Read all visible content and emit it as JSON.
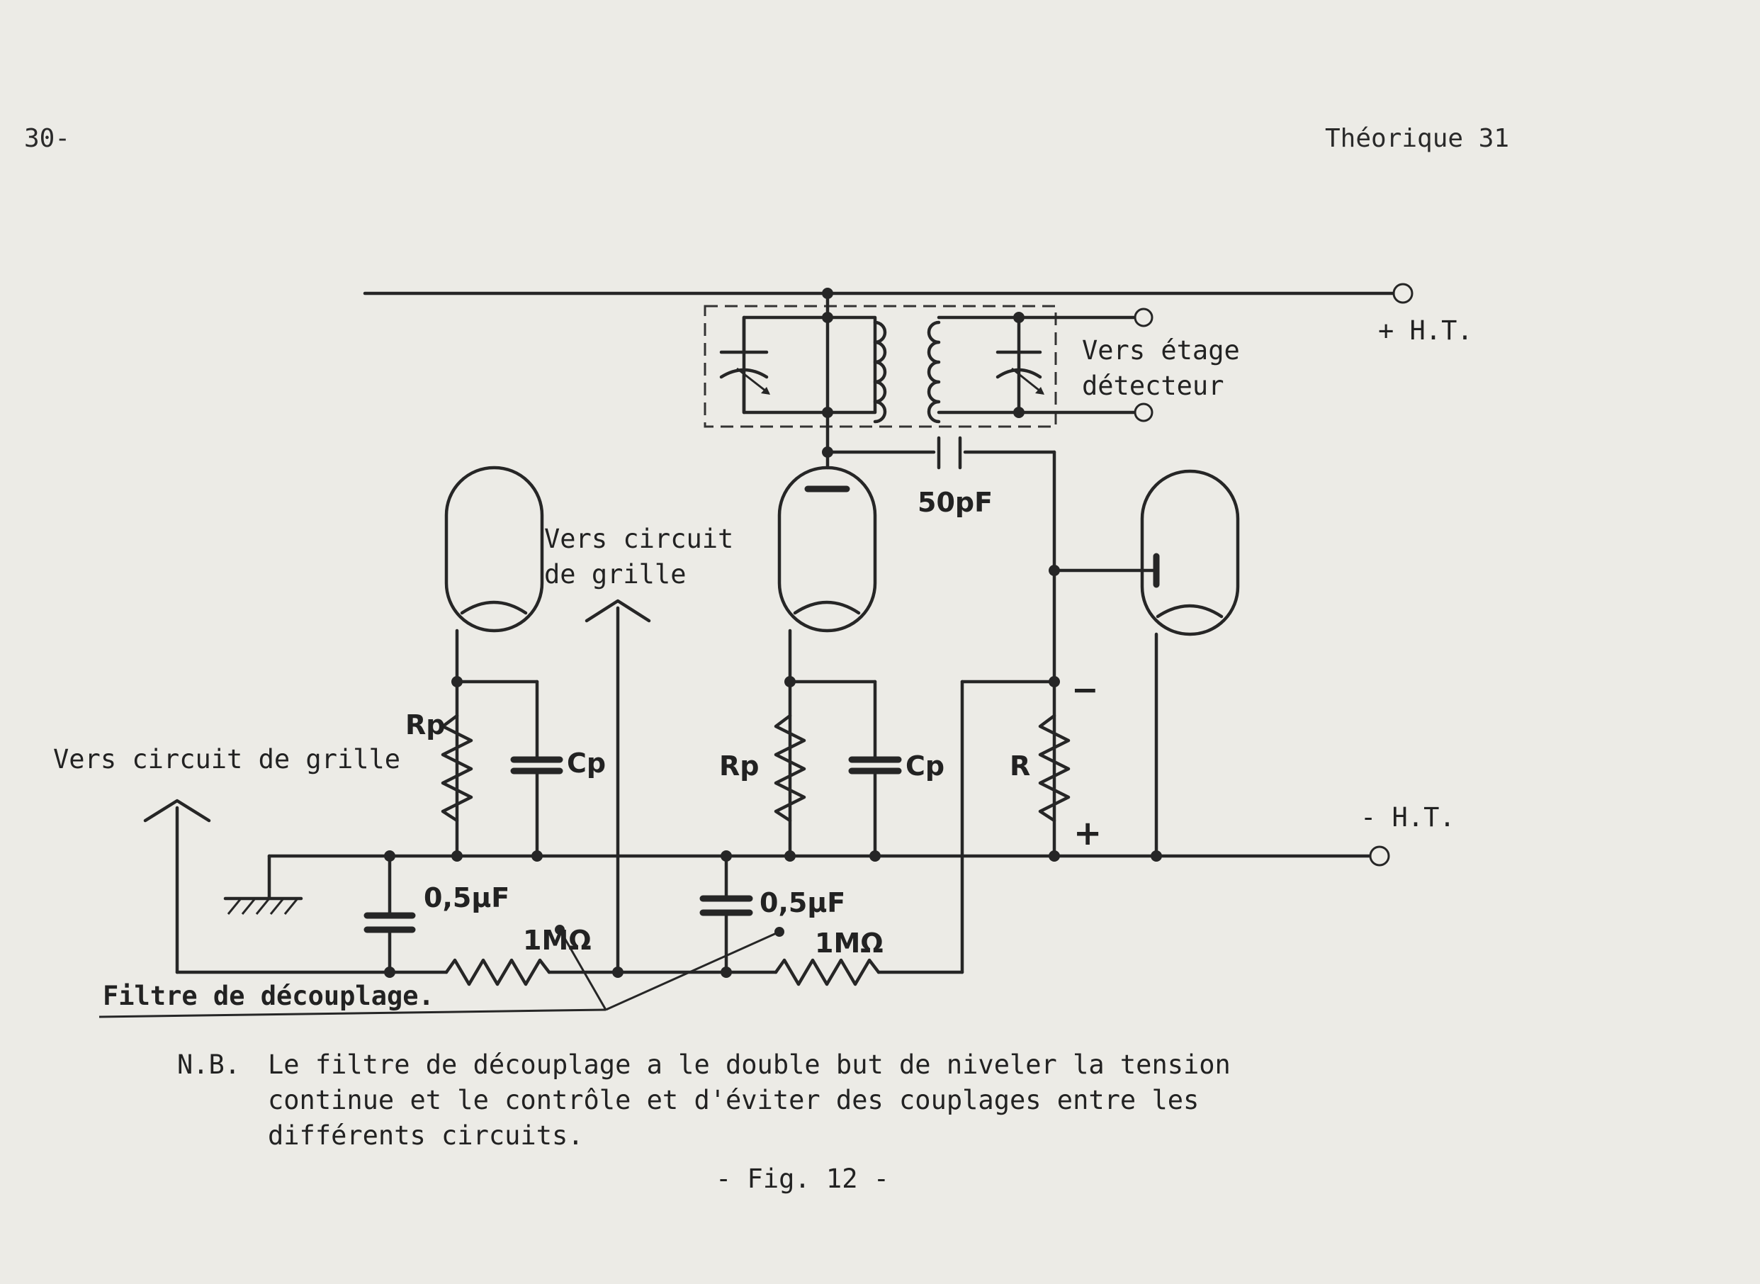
{
  "header": {
    "page_left": "30-",
    "page_right": "Théorique 31"
  },
  "diagram": {
    "labels": {
      "ht_plus": "+ H.T.",
      "ht_minus": "- H.T.",
      "detector_line1": "Vers étage",
      "detector_line2": "détecteur",
      "grid_mid_line1": "Vers circuit",
      "grid_mid_line2": "de grille",
      "grid_left": "Vers circuit de grille",
      "cap_50pf": "50pF",
      "rp_left": "Rp",
      "cp_left": "Cp",
      "rp_mid": "Rp",
      "cp_mid": "Cp",
      "r_right": "R",
      "minus_sign": "−",
      "plus_sign": "+",
      "cap_05_left": "0,5μF",
      "cap_05_mid": "0,5μF",
      "res_1m_left": "1MΩ",
      "res_1m_mid": "1MΩ",
      "filter_label": "Filtre de découplage."
    }
  },
  "note": {
    "prefix": "N.B.",
    "line1": "Le filtre de découplage a le double but de niveler la tension",
    "line2": "continue et le contrôle et d'éviter des couplages entre les",
    "line3": "différents circuits."
  },
  "caption": "- Fig. 12 -"
}
